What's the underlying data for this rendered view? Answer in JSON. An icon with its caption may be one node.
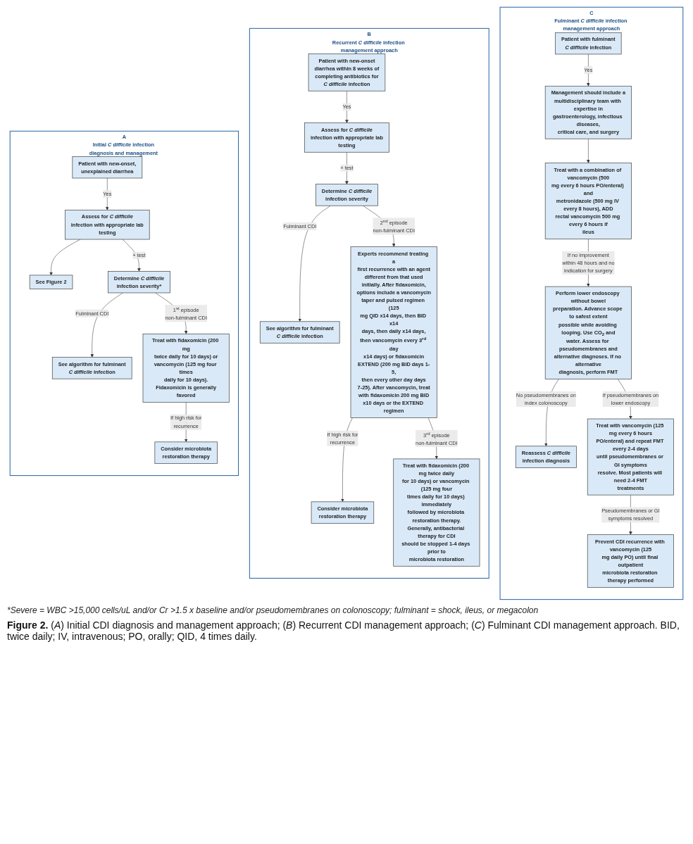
{
  "diagram": {
    "caption": "**Figure 2.** (*A*) Initial CDI diagnosis and management approach; (*B*) Recurrent CDI management approach; (*C*) Fulminant CDI management approach. BID, twice daily; IV, intravenous; PO, orally; QID, 4 times daily.",
    "nodes": [
      {
        "text": [
          "Initial *C difficile* infection diagnosis and management approach"
        ],
        "beside": [
          "A"
        ]
      },
      {
        "text": [
          "Patient with new-onset, unexplained diarrhea"
        ],
        "in": 0
      },
      {
        "text": [
          "Assess for *C difficile* infection with appropriate lab testing"
        ],
        "in": 0
      },
      {
        "text": [
          "See Figure 2"
        ],
        "in": 0
      },
      {
        "text": [
          "Determine *C difficile* infection severity*"
        ],
        "in": 0
      },
      {
        "text": [
          "See algorithm for fulminant *C difficile* infection"
        ],
        "in": 0
      },
      {
        "text": [
          "Treat with fidaxomicin (200 mg twice daily for 10 days) or vancomycin (125 mg four times daily for 10 days). Fidaxomicin is generally favored"
        ],
        "in": 0
      },
      {
        "text": [
          "Consider microbiota restoration therapy"
        ],
        "in": 0
      },
      {
        "text": [
          "Recurrent *C difficile* infection management approach"
        ],
        "beside": [
          "B"
        ]
      },
      {
        "text": [
          "Patient with new-onset diarrhea within 8 weeks of completing antibiotics for *C difficile* infection"
        ],
        "in": 8
      },
      {
        "text": [
          "Assess for *C difficile* infection with appropriate lab testing"
        ],
        "in": 8
      },
      {
        "text": [
          "Determine *C difficile* infection severity"
        ],
        "in": 8
      },
      {
        "text": [
          "See algorithm for fulminant *C difficile* infection"
        ],
        "in": 8
      },
      {
        "text": [
          "Experts recommend treating a first recurrence with an agent different from that used initially. After fidaxomicin, options include a vancomycin taper and pulsed regimen (125 mg QID x14 days, then BID x14 days, then daily x14 days, then vancomycin every 3$^{rd}$ day x14 days) or fidaxomicin EXTEND (200 mg BID days 1-5, then every other day days 7-25). After vancomycin, treat with fidaxomicin 200 mg BID x10 days or the EXTEND regimen"
        ],
        "in": 8
      },
      {
        "text": [
          "Consider microbiota restoration therapy"
        ],
        "in": 8
      },
      {
        "text": [
          "Treat with fidaxomicin (200 mg twice daily for 10 days) or vancomycin (125 mg four times daily for 10 days) immediately followed by microbiota restoration therapy. Generally, antibacterial therapy for CDI should be stopped 1-4 days prior to microbiota restoration"
        ],
        "in": 8
      },
      {
        "text": [
          "Fulminant *C difficile* infection management approach"
        ],
        "beside": [
          "C"
        ]
      },
      {
        "text": [
          "Patient with fulminant *C difficile* infection"
        ],
        "in": 16
      },
      {
        "text": [
          "Management should include a multidisciplinary team with expertise in gastroenterology, infectious diseases, critical care, and surgery"
        ],
        "in": 16
      },
      {
        "text": [
          "Treat with a combination of vancomycin (500 mg every 6 hours PO/enteral) and metronidazole (500 mg IV every 8 hours), ADD rectal vancomycin 500 mg every 6 hours if ileus"
        ],
        "in": 16
      },
      {
        "text": [
          "Perform lower endoscopy without bowel preparation. Advance scope to safest extent possible while avoiding looping. Use CO$_{2}$ and water. Assess for pseudomembranes and alternative diagnoses. If no alternative diagnosis, perform FMT"
        ],
        "in": 16
      },
      {
        "text": [
          "Reassess *C difficile* infection diagnosis"
        ],
        "in": 16
      },
      {
        "text": [
          "Treat with vancomycin (125 mg every 6 hours PO/enteral) and repeat FMT every 2-4 days until pseudomembranes or GI symptoms resolve. Most patients will need 2-4 FMT treatments"
        ],
        "in": 16
      },
      {
        "text": [
          "Prevent CDI recurrence with vancomycin (125 mg daily PO) until final outpatient microbiota restoration therapy performed"
        ],
        "in": 16
      }
    ],
    "edges": [
      {
        "from": 1,
        "to": 2,
        "arrow": "to",
        "label": "Yes"
      },
      {
        "from": 2,
        "to": 3,
        "arrow": "to"
      },
      {
        "from": 2,
        "to": 4,
        "arrow": "to",
        "label": "+ test"
      },
      {
        "from": 4,
        "to": 5,
        "arrow": "to",
        "label": "Fulminant CDI"
      },
      {
        "from": 4,
        "to": 6,
        "arrow": "to",
        "label": "1$^{st}$ episode non-fulminant CDI"
      },
      {
        "from": 6,
        "to": 7,
        "arrow": "to",
        "label": "If high risk for recurrence"
      },
      {
        "from": 9,
        "to": 10,
        "arrow": "to",
        "label": "Yes"
      },
      {
        "from": 10,
        "to": 11,
        "arrow": "to",
        "label": "+ test"
      },
      {
        "from": 11,
        "to": 12,
        "arrow": "to",
        "label": "Fulminant CDI"
      },
      {
        "from": 11,
        "to": 13,
        "arrow": "to",
        "label": "2$^{nd}$ episode non-fulminant CDI"
      },
      {
        "from": 13,
        "to": 14,
        "arrow": "to",
        "label": "If high risk for recurrence"
      },
      {
        "from": 13,
        "to": 15,
        "arrow": "to",
        "label": "3$^{rd}$ episode non-fulminant CDI"
      },
      {
        "from": 17,
        "to": 18,
        "arrow": "to",
        "label": "Yes"
      },
      {
        "from": 18,
        "to": 19,
        "arrow": "to"
      },
      {
        "from": 19,
        "to": 20,
        "arrow": "to",
        "label": "If no improvement within 48 hours and no indication for surgery"
      },
      {
        "from": 20,
        "to": 21,
        "arrow": "to",
        "label": "No pseudomembranes on index colonoscopy"
      },
      {
        "from": 20,
        "to": 22,
        "arrow": "to",
        "label": "If pseudomembranes on lower endoscopy"
      },
      {
        "from": 22,
        "to": 23,
        "arrow": "to",
        "label": "Pseudomembranes or GI symptoms resolved"
      }
    ],
    "labels": [
      "*Severe = WBC >15,000 cells/uL and/or Cr >1.5 x baseline and/or pseudomembranes on colonoscopy; fulminant = shock, ileus, or megacolon"
    ]
  }
}
